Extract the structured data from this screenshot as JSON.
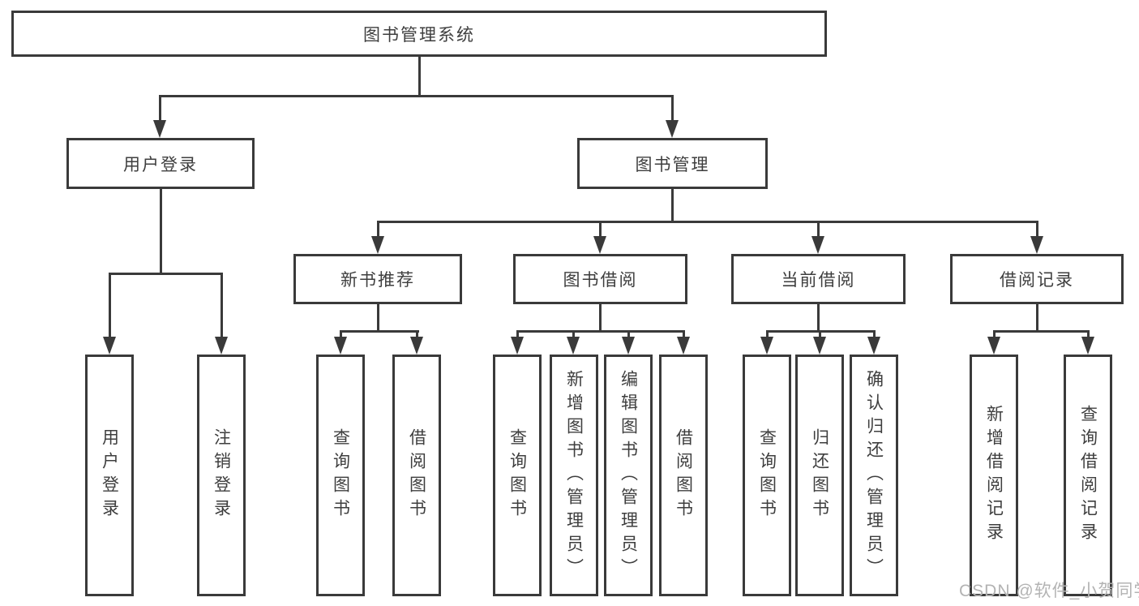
{
  "tree": {
    "root": {
      "label": "图书管理系统",
      "children": [
        {
          "label": "用户登录",
          "children": [
            {
              "label": "用户登录"
            },
            {
              "label": "注销登录"
            }
          ]
        },
        {
          "label": "图书管理",
          "children": [
            {
              "label": "新书推荐",
              "children": [
                {
                  "label": "查询图书"
                },
                {
                  "label": "借阅图书"
                }
              ]
            },
            {
              "label": "图书借阅",
              "children": [
                {
                  "label": "查询图书"
                },
                {
                  "label": "新增图书（管理员）"
                },
                {
                  "label": "编辑图书（管理员）"
                },
                {
                  "label": "借阅图书"
                }
              ]
            },
            {
              "label": "当前借阅",
              "children": [
                {
                  "label": "查询图书"
                },
                {
                  "label": "归还图书"
                },
                {
                  "label": "确认归还（管理员）"
                }
              ]
            },
            {
              "label": "借阅记录",
              "children": [
                {
                  "label": "新增借阅记录"
                },
                {
                  "label": "查询借阅记录"
                }
              ]
            }
          ]
        }
      ]
    }
  },
  "watermark": {
    "text": "CSDN @软件_小贺同学"
  },
  "colors": {
    "line": "#3a3a3a",
    "text": "#3e3e3e",
    "watermark": "#b3b3b3",
    "background": "#ffffff"
  }
}
